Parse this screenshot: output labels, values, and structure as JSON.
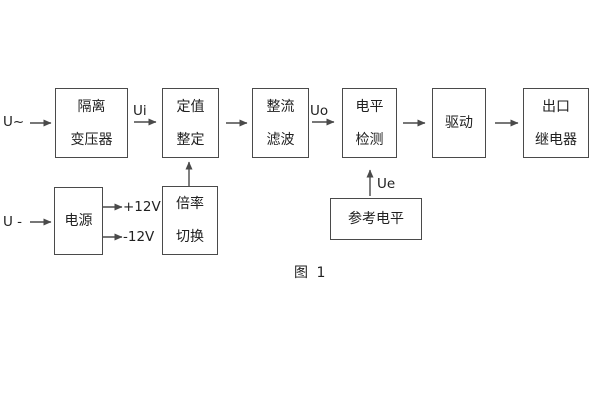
{
  "colors": {
    "background": "#ffffff",
    "line": "#4a4a4a",
    "text": "#212121"
  },
  "caption": "图 1",
  "inputs": {
    "ac_label": "U~",
    "dc_label": "U -"
  },
  "signals": {
    "ui": "Ui",
    "uo": "Uo",
    "ue": "Ue",
    "plus12": "+12V",
    "minus12": "-12V"
  },
  "blocks": {
    "isolation_transformer": {
      "lines": [
        "隔离",
        "变压器"
      ]
    },
    "setting": {
      "lines": [
        "定值",
        "整定"
      ]
    },
    "rectifier_filter": {
      "lines": [
        "整流",
        "滤波"
      ]
    },
    "level_detect": {
      "lines": [
        "电平",
        "检测"
      ]
    },
    "drive": {
      "lines": [
        "驱动"
      ]
    },
    "output_relay": {
      "lines": [
        "出口",
        "继电器"
      ]
    },
    "power": {
      "lines": [
        "电源"
      ]
    },
    "ratio_switch": {
      "lines": [
        "倍率",
        "切换"
      ]
    },
    "reference_level": {
      "lines": [
        "参考电平"
      ]
    }
  }
}
